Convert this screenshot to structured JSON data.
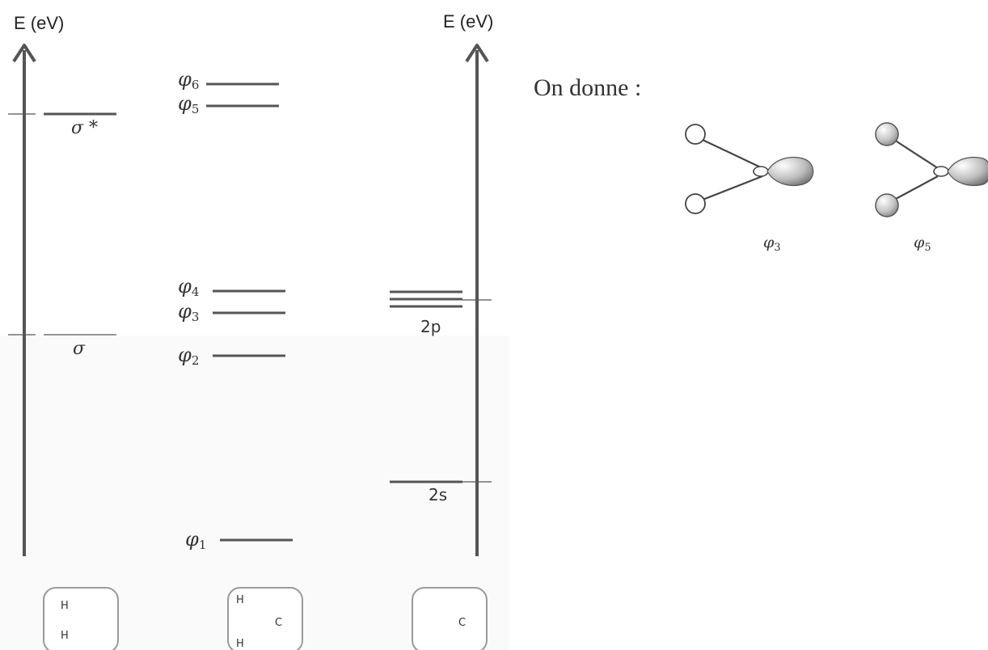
{
  "left_diagram": {
    "axis_title": "E (eV)",
    "levels": [
      {
        "id": "sigma-star",
        "label": "σ *"
      },
      {
        "id": "sigma",
        "label": "σ"
      }
    ]
  },
  "middle_diagram": {
    "levels": [
      {
        "symbol": "φ",
        "index": "6"
      },
      {
        "symbol": "φ",
        "index": "5"
      },
      {
        "symbol": "φ",
        "index": "4"
      },
      {
        "symbol": "φ",
        "index": "3"
      },
      {
        "symbol": "φ",
        "index": "2"
      },
      {
        "symbol": "φ",
        "index": "1"
      }
    ]
  },
  "right_diagram": {
    "axis_title": "E (eV)",
    "levels": [
      {
        "id": "2p",
        "label": "2p"
      },
      {
        "id": "2s",
        "label": "2s"
      }
    ]
  },
  "fragments": [
    {
      "name": "H2",
      "atoms": [
        "H",
        "H"
      ]
    },
    {
      "name": "CH2",
      "atoms": [
        "H",
        "H",
        "C"
      ]
    },
    {
      "name": "C",
      "atoms": [
        "C"
      ]
    }
  ],
  "given": {
    "text": "On donne :",
    "orbitals": [
      {
        "symbol": "φ",
        "index": "3",
        "h_fill": "#ffffff"
      },
      {
        "symbol": "φ",
        "index": "5",
        "h_fill": "#c8c8c8"
      }
    ]
  },
  "colors": {
    "line": "#555555",
    "axis": "#555555"
  }
}
